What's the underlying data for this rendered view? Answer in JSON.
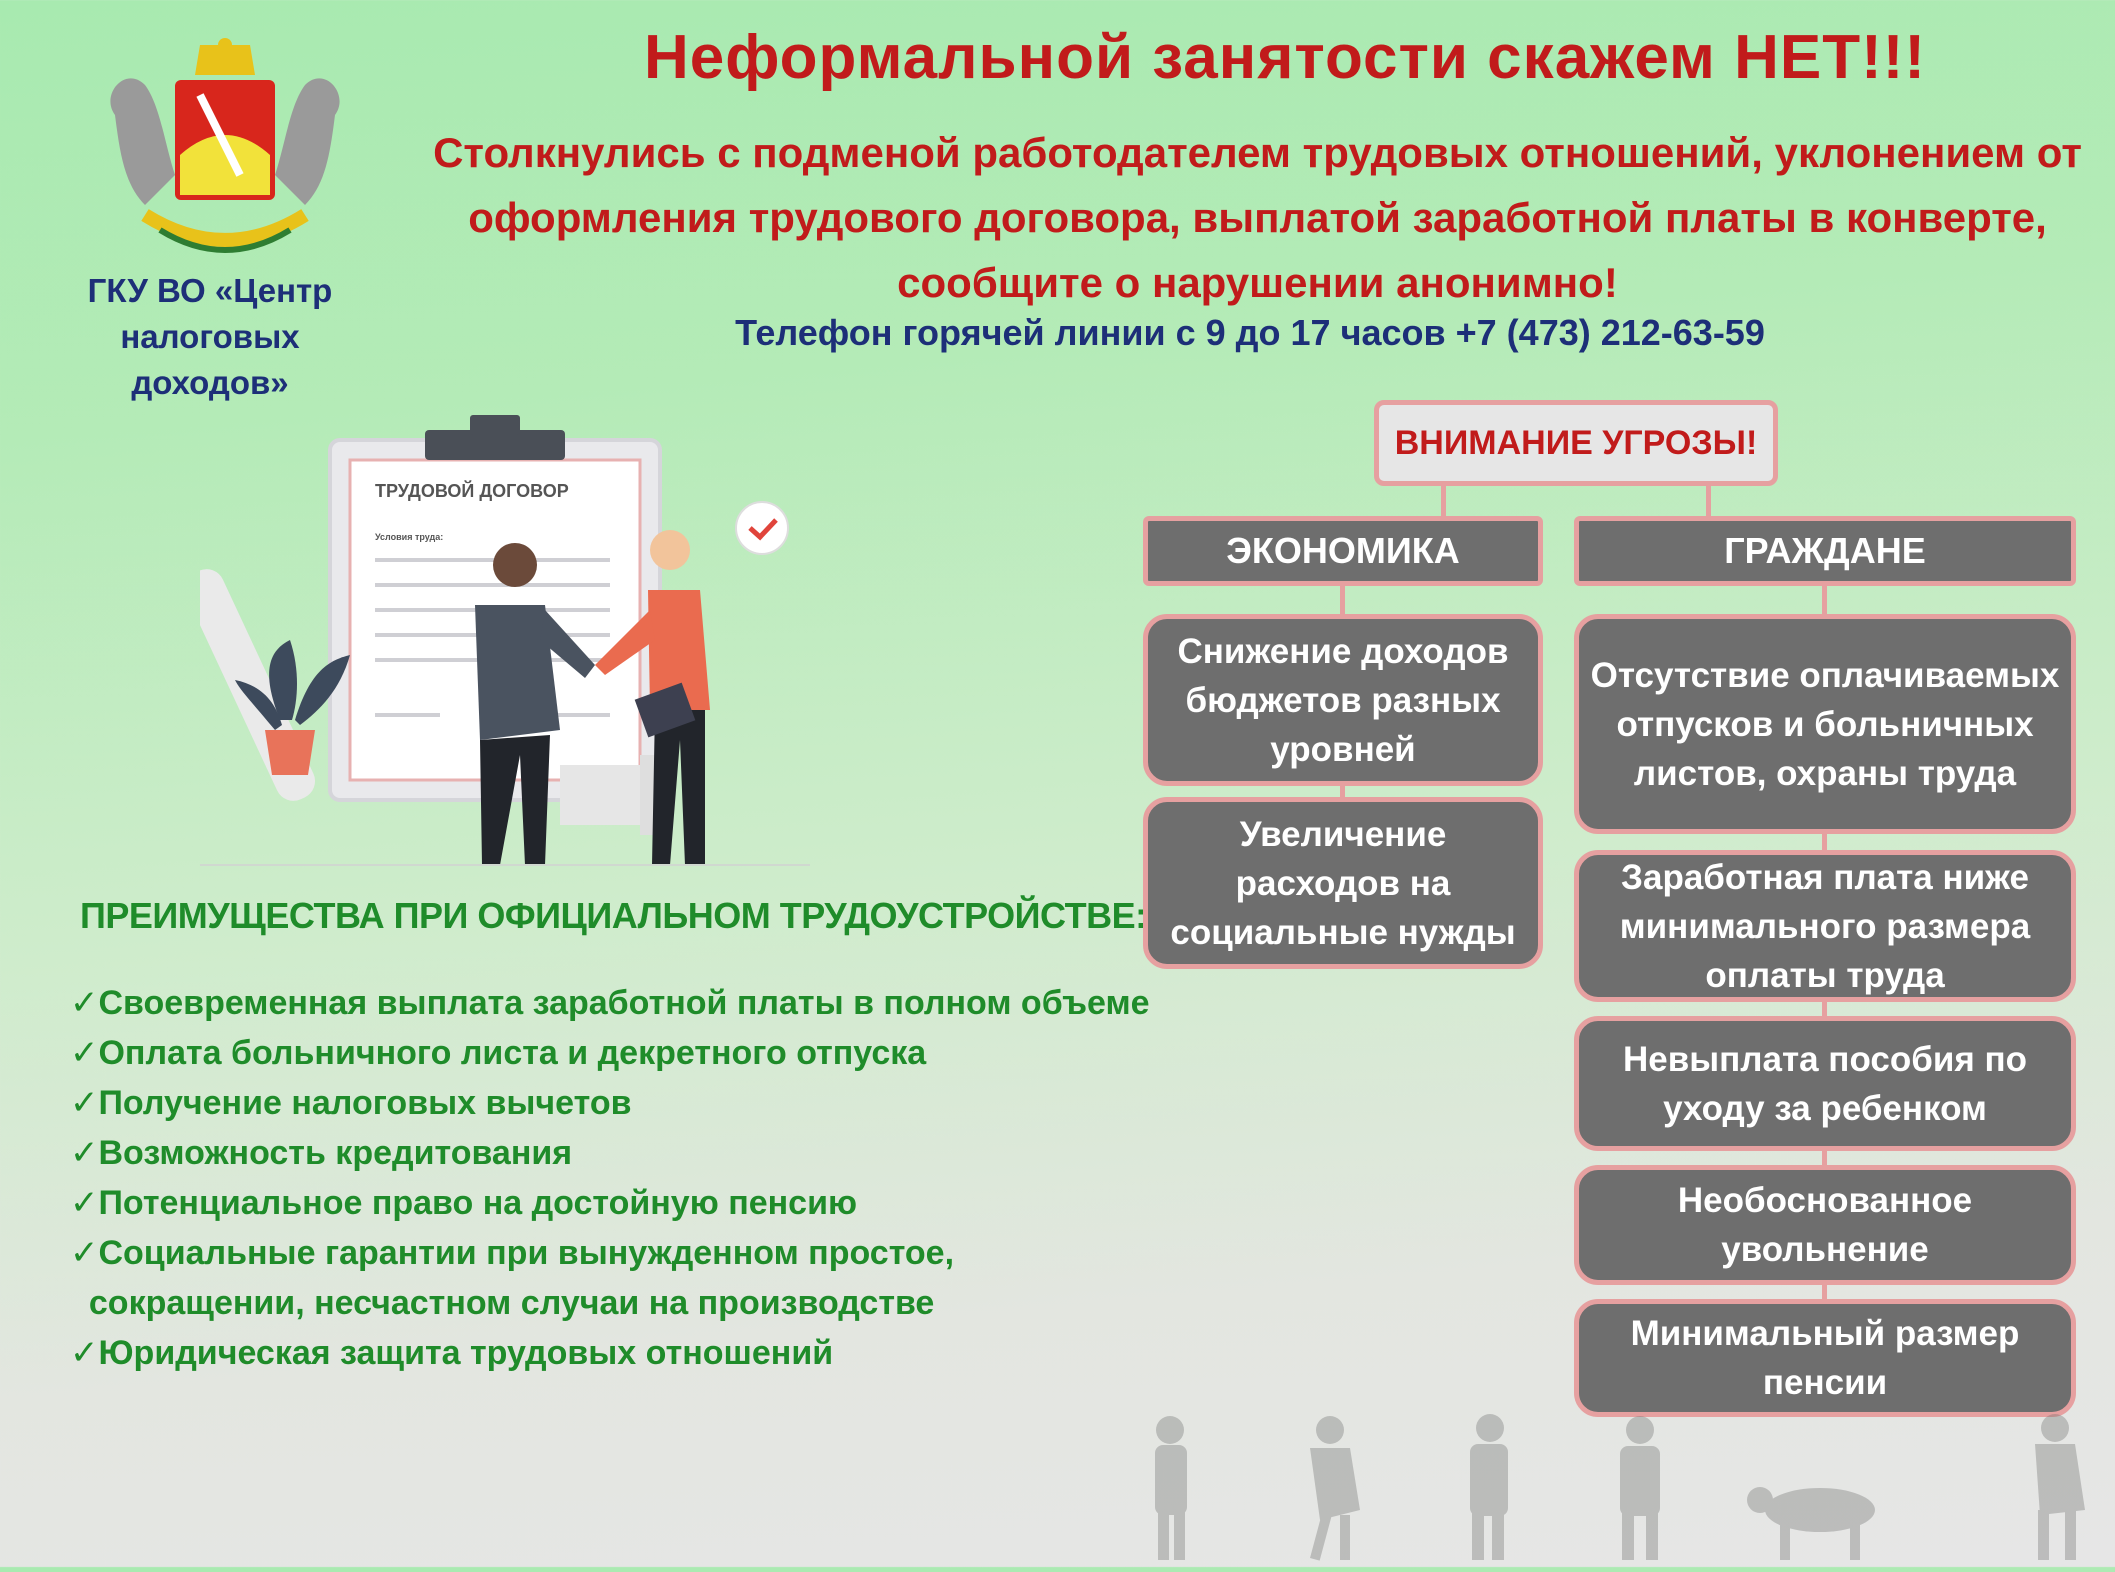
{
  "header": {
    "organization": [
      "ГКУ ВО «Центр",
      "налоговых доходов»"
    ],
    "title": "Неформальной занятости скажем НЕТ!!!",
    "subtitle_lines": [
      "Столкнулись с подменой работодателем трудовых отношений, уклонением от",
      "оформления трудового договора, выплатой заработной платы в конверте,",
      "сообщите о нарушении анонимно!"
    ],
    "hotline": "Телефон горячей линии с 9 до 17 часов +7 (473) 212-63-59"
  },
  "illustration": {
    "document_title": "ТРУДОВОЙ ДОГОВОР",
    "document_field": "Условия труда:"
  },
  "benefits": {
    "heading": "ПРЕИМУЩЕСТВА ПРИ ОФИЦИАЛЬНОМ ТРУДОУСТРОЙСТВЕ:",
    "items": [
      "✓Своевременная выплата заработной платы в полном объеме",
      "✓Оплата больничного листа и декретного отпуска",
      "✓Получение налоговых вычетов",
      "✓Возможность кредитования",
      "✓Потенциальное право на достойную пенсию",
      "✓Социальные гарантии при вынужденном простое,",
      "  сокращении, несчастном случаи на производстве",
      "✓Юридическая защита трудовых отношений"
    ]
  },
  "threats": {
    "heading": "ВНИМАНИЕ УГРОЗЫ!",
    "economy": {
      "label": "ЭКОНОМИКА",
      "items": [
        "Снижение доходов бюджетов разных уровней",
        "Увеличение расходов на социальные нужды"
      ]
    },
    "citizens": {
      "label": "ГРАЖДАНЕ",
      "items": [
        "Отсутствие оплачиваемых отпусков и больничных листов, охраны труда",
        "Заработная плата ниже минимального размера оплаты труда",
        "Невыплата пособия по уходу за ребенком",
        "Необоснованное увольнение",
        "Минимальный размер пенсии"
      ]
    }
  },
  "colors": {
    "title_red": "#c11b1b",
    "navy": "#1d2f78",
    "benefit_green": "#1f8c2a",
    "box_gray": "#6e6e6e",
    "box_border": "#e6a0a0"
  }
}
